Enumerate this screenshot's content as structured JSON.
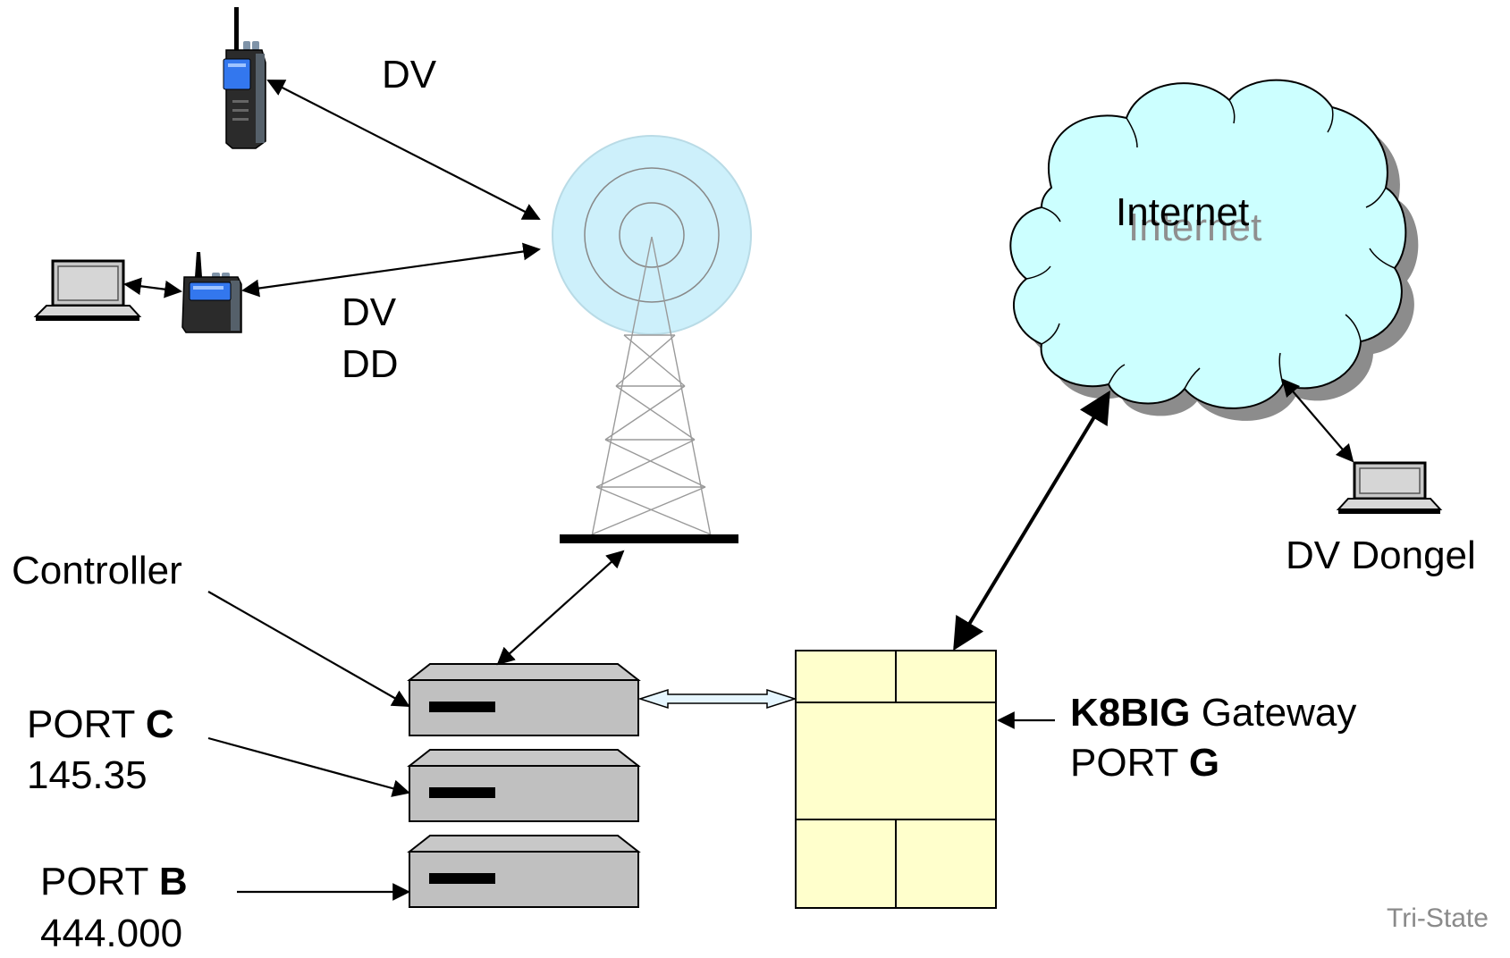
{
  "labels": {
    "dv_top": "DV",
    "dv_mid": "DV",
    "dd_mid": "DD",
    "controller": "Controller",
    "port_c_prefix": "PORT ",
    "port_c_letter": "C",
    "port_c_freq": "145.35",
    "port_b_prefix": "PORT ",
    "port_b_letter": "B",
    "port_b_freq": "444.000",
    "gateway_call": "K8BIG",
    "gateway_word": " Gateway",
    "gateway_port_prefix": "PORT ",
    "gateway_port_letter": "G",
    "internet_front": "Internet",
    "internet_shadow": "Internet",
    "dv_dongle": "DV Dongel",
    "watermark": "Tri-State"
  },
  "icons": {
    "radio_top": "handheld-radio-icon",
    "radio_mid": "handheld-radio-icon",
    "laptop_left": "laptop-icon",
    "laptop_right": "laptop-icon",
    "tower": "radio-tower-icon",
    "cloud": "internet-cloud-icon"
  },
  "colors": {
    "cloud_fill": "#ccffff",
    "cloud_shadow": "#8c8c8c",
    "gateway_fill": "#ffffcc",
    "rack_fill": "#c0c0c0",
    "tower_rings": "#cceffa",
    "radio_screen": "#3377ee",
    "radio_body": "#2b2b2b",
    "connector_fill": "#e6f6ff"
  }
}
